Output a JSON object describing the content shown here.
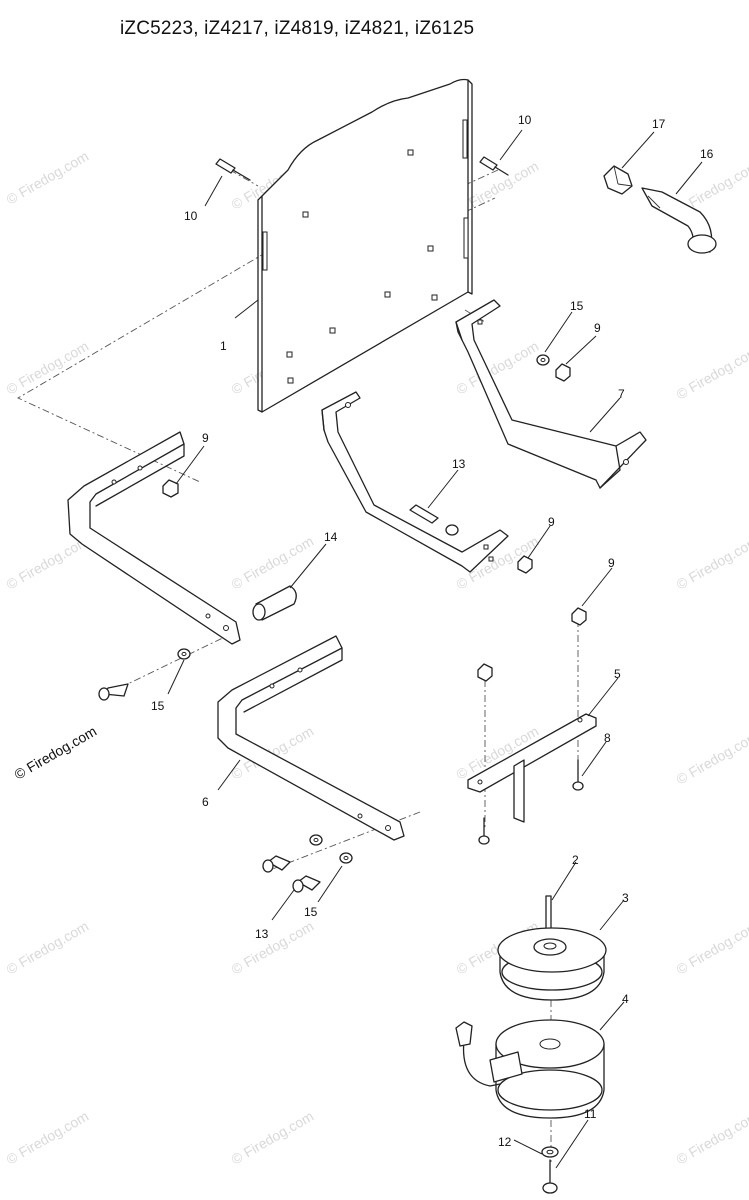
{
  "title": "iZC5223, iZ4217, iZ4819, iZ4821, iZ6125",
  "watermark": "© Firedog.com",
  "callouts": {
    "c1": "1",
    "c2": "2",
    "c3": "3",
    "c4": "4",
    "c5": "5",
    "c6": "6",
    "c7": "7",
    "c8": "8",
    "c9a": "9",
    "c9b": "9",
    "c9c": "9",
    "c9d": "9",
    "c10a": "10",
    "c10b": "10",
    "c11": "11",
    "c12": "12",
    "c13a": "13",
    "c13b": "13",
    "c14": "14",
    "c15a": "15",
    "c15b": "15",
    "c15c": "15",
    "c16": "16",
    "c17": "17"
  }
}
